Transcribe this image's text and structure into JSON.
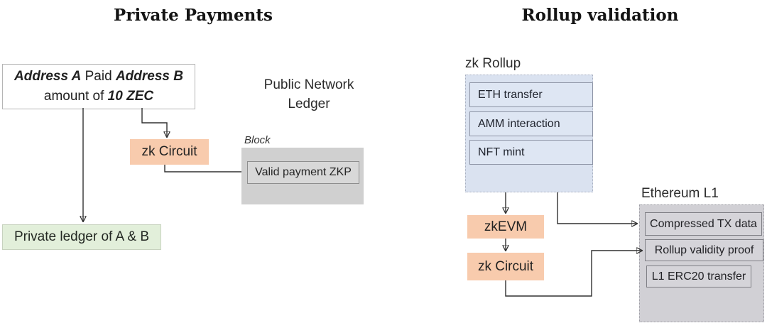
{
  "left": {
    "title": "Private Payments",
    "payment_statement": {
      "address_a": "Address A",
      "paid": " Paid ",
      "address_b": "Address B",
      "amount_prefix": "amount of ",
      "amount": "10 ZEC"
    },
    "public_ledger_line1": "Public Network",
    "public_ledger_line2": "Ledger",
    "zk_circuit_label": "zk Circuit",
    "block_label": "Block",
    "valid_payment_label": "Valid payment ZKP",
    "private_ledger_label": "Private ledger of A & B"
  },
  "right": {
    "title": "Rollup validation",
    "zk_rollup_label": "zk Rollup",
    "rollup_transactions": [
      "ETH transfer",
      "AMM interaction",
      "NFT mint"
    ],
    "zkevm_label": "zkEVM",
    "zk_circuit_label": "zk Circuit",
    "ethereum_label": "Ethereum L1",
    "l1_items": [
      "Compressed TX data",
      "Rollup validity proof",
      "L1 ERC20 transfer"
    ]
  },
  "colors": {
    "accent_orange": "#f8cbad",
    "rollup_blue_fill": "#dae2f0",
    "rollup_item_fill": "#dee6f3",
    "gray_container": "#d1d0d5",
    "block_gray": "#d0d0d0",
    "zkp_item_fill": "#d8d8d8",
    "green_fill": "#e2efda",
    "connector": "#303030"
  }
}
